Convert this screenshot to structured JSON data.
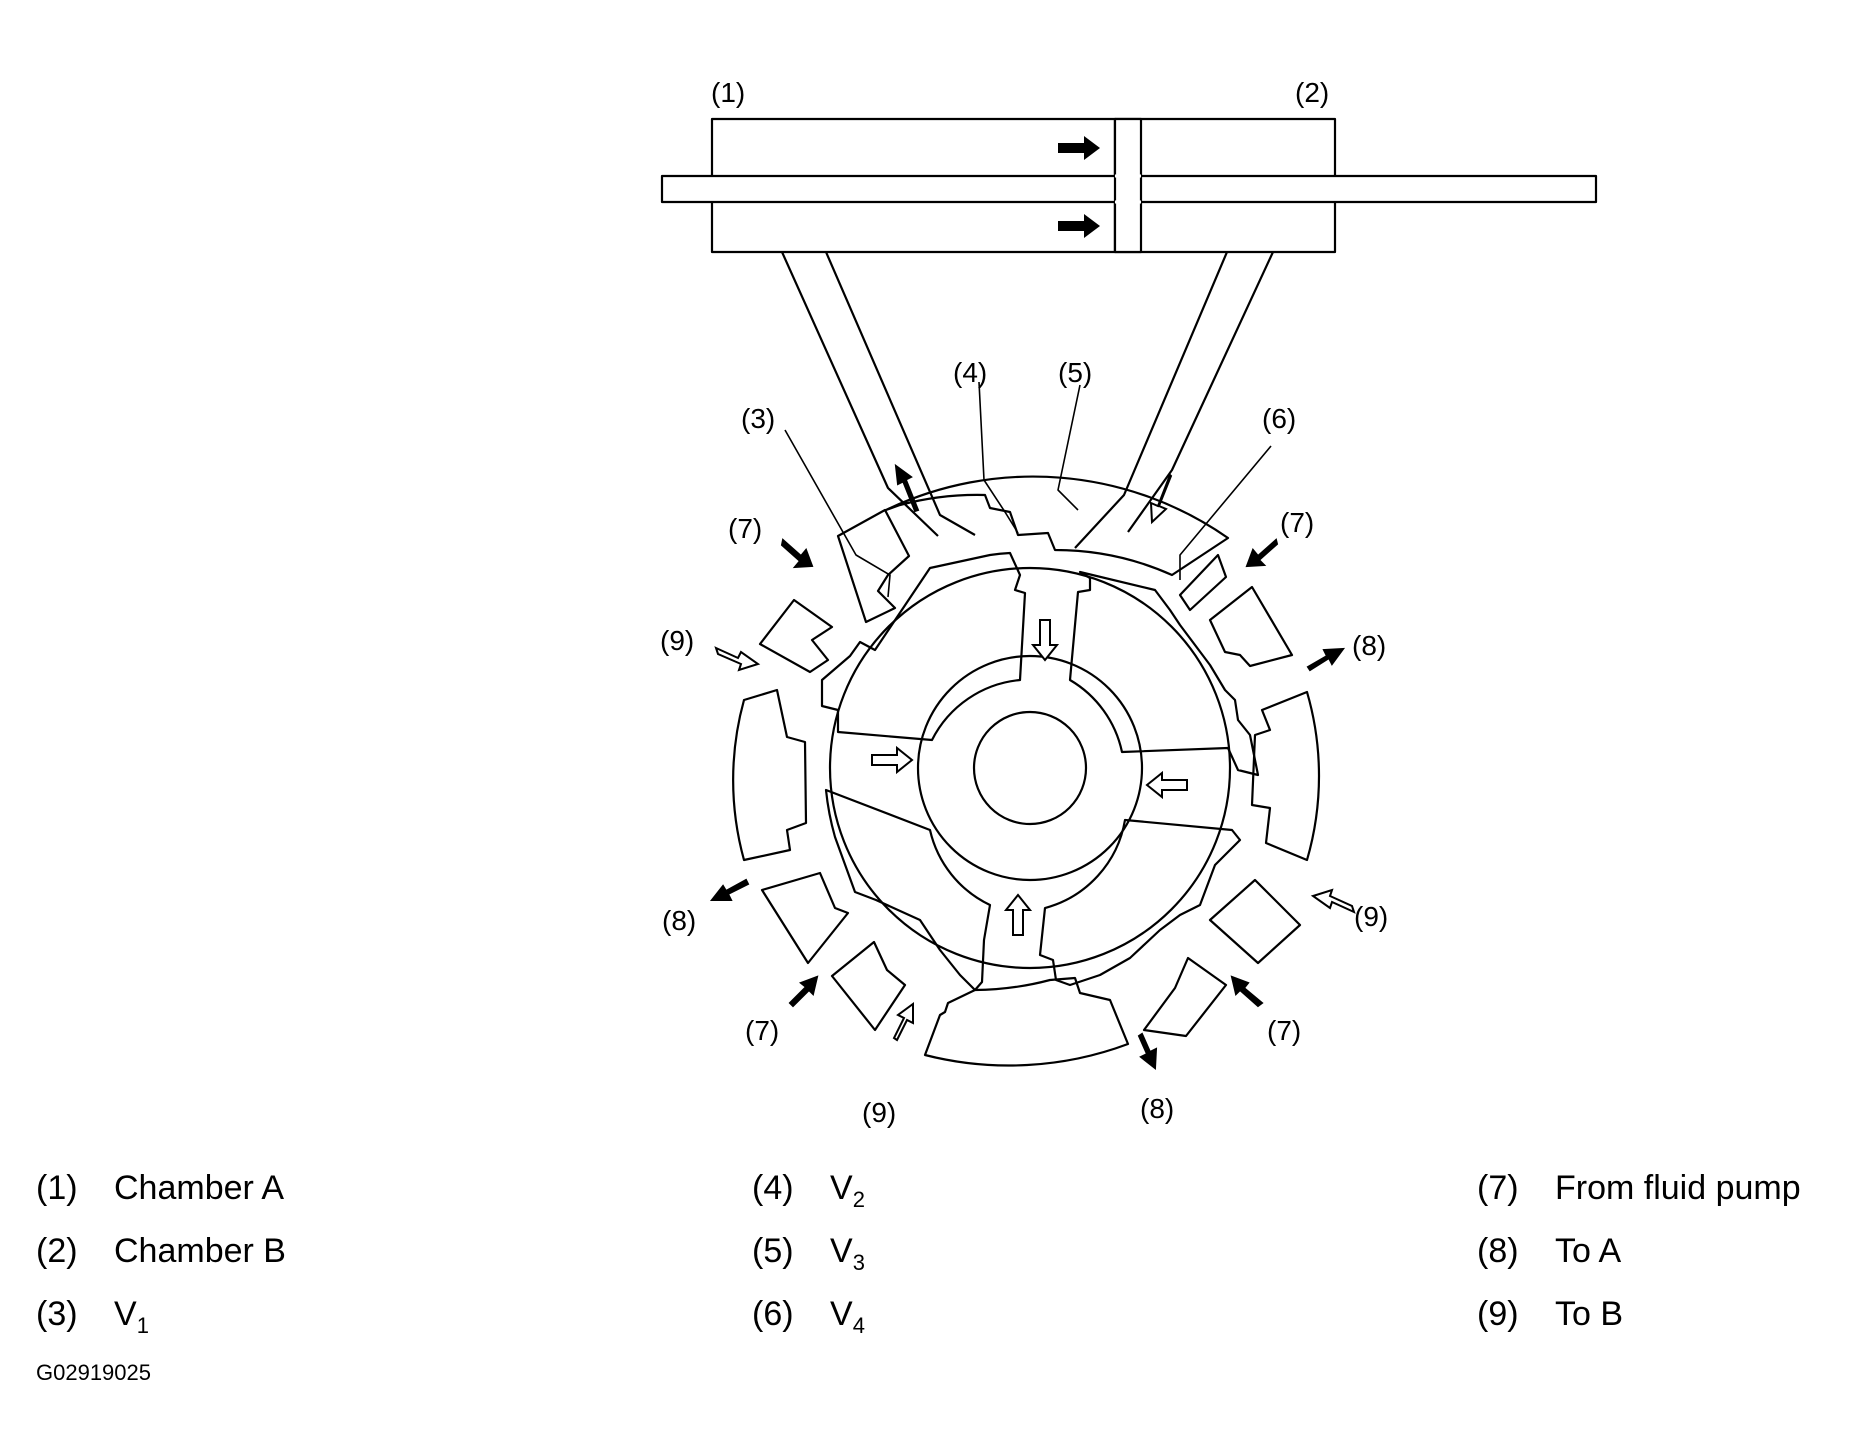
{
  "callouts": {
    "c1": "(1)",
    "c2": "(2)",
    "c3": "(3)",
    "c4": "(4)",
    "c5": "(5)",
    "c6": "(6)",
    "c7": "(7)",
    "c8": "(8)",
    "c9": "(9)"
  },
  "legend": {
    "col1": [
      {
        "num": "(1)",
        "text": "Chamber A"
      },
      {
        "num": "(2)",
        "text": "Chamber B"
      },
      {
        "num": "(3)",
        "text": "V",
        "sub": "1"
      }
    ],
    "col2": [
      {
        "num": "(4)",
        "text": "V",
        "sub": "2"
      },
      {
        "num": "(5)",
        "text": "V",
        "sub": "3"
      },
      {
        "num": "(6)",
        "text": "V",
        "sub": "4"
      }
    ],
    "col3": [
      {
        "num": "(7)",
        "text": "From fluid pump"
      },
      {
        "num": "(8)",
        "text": "To A"
      },
      {
        "num": "(9)",
        "text": "To B"
      }
    ]
  },
  "figure_id": "G02919025",
  "colors": {
    "stroke": "#000000",
    "fill": "#ffffff"
  }
}
